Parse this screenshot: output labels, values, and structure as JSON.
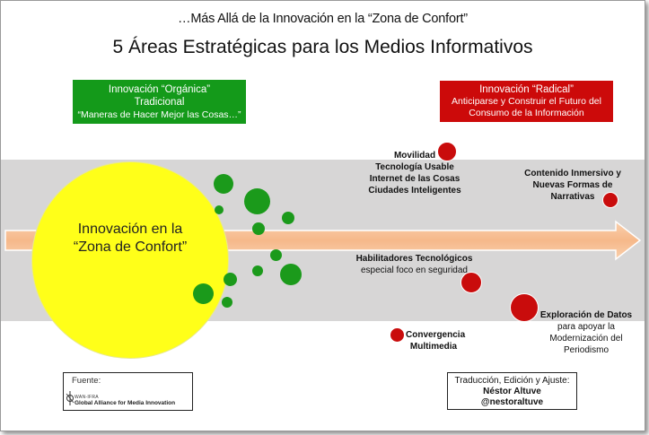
{
  "title": {
    "subtitle": "…Más Allá de la Innovación en la “Zona de Confort”",
    "main": "5 Áreas Estratégicas para los Medios Informativos"
  },
  "organic_box": {
    "title": "Innovación “Orgánica”",
    "subtitle": "Tradicional",
    "note": "“Maneras de Hacer Mejor las Cosas…”",
    "color": "#149a1a"
  },
  "radical_box": {
    "title": "Innovación “Radical”",
    "line1": "Anticiparse y  Construir el Futuro del",
    "line2": "Consumo de la Información",
    "color": "#cc0a0a"
  },
  "comfort_zone": {
    "line1": "Innovación en la",
    "line2": "“Zona de Confort”",
    "color": "#ffff19"
  },
  "areas": {
    "mobility": {
      "line1": "Movilidad",
      "line2": "Tecnología Usable",
      "line3": "Internet de las Cosas",
      "line4": "Ciudades Inteligentes"
    },
    "immersive": {
      "line1": "Contenido Inmersivo y",
      "line2": "Nuevas Formas de",
      "line3": "Narrativas"
    },
    "enablers": {
      "line1": "Habilitadores Tecnológicos",
      "line2": "especial foco en seguridad"
    },
    "data": {
      "line1": "Exploración de Datos",
      "line2": "para apoyar la",
      "line3": "Modernización del",
      "line4": "Periodismo"
    },
    "convergence": {
      "line1": "Convergencia",
      "line2": "Multimedia"
    }
  },
  "source": {
    "label": "Fuente:",
    "org_small": "WAN-IFRA",
    "org_name": "Global Alliance for Media Innovation"
  },
  "credits": {
    "line1": "Traducción, Edición y Ajuste:",
    "name": "Néstor Altuve",
    "handle": "@nestoraltuve"
  },
  "colors": {
    "band": "#d7d6d6",
    "arrow": "#f7c29a",
    "green_dot": "#1b9a1b",
    "red_dot": "#c90c0c"
  }
}
